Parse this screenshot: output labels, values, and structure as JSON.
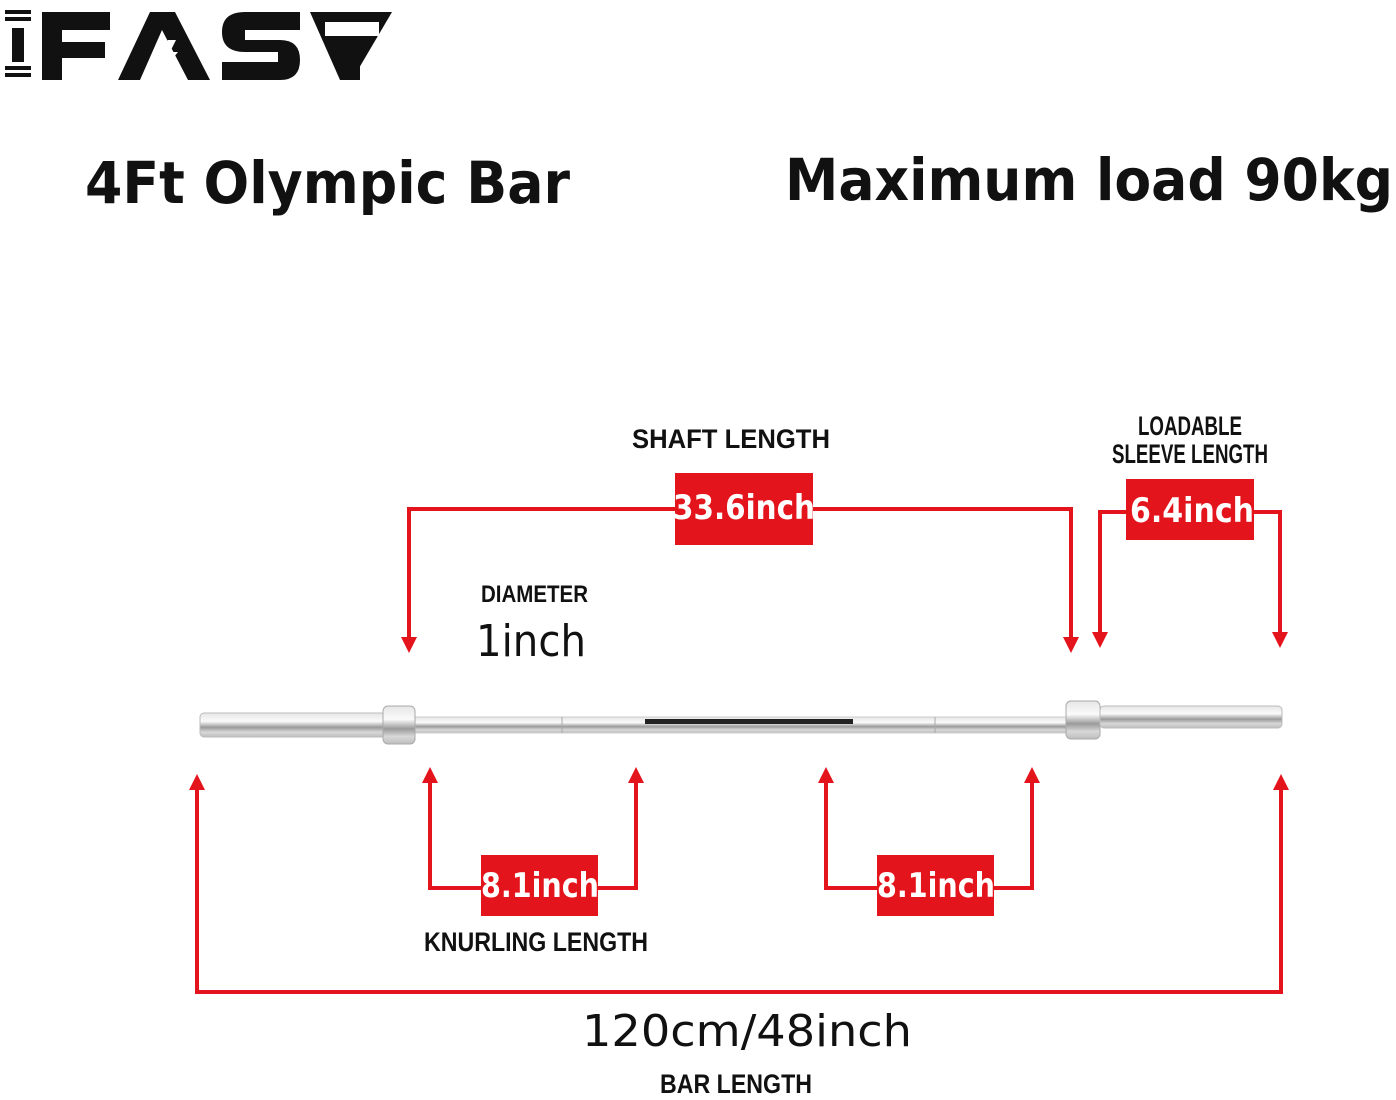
{
  "brand": {
    "logo_text": "IFAST"
  },
  "header": {
    "product_title": "4Ft Olympic Bar",
    "max_load": "Maximum load 90kg"
  },
  "colors": {
    "accent": "#e3141b",
    "text": "#111111"
  },
  "dimensions": {
    "shaft": {
      "label": "SHAFT LENGTH",
      "value": "33.6inch"
    },
    "sleeve": {
      "label_line1": "LOADABLE",
      "label_line2": "SLEEVE LENGTH",
      "value": "6.4inch"
    },
    "diameter": {
      "label": "DIAMETER",
      "value": "1inch"
    },
    "knurling": {
      "label": "KNURLING LENGTH",
      "left_value": "8.1inch",
      "right_value": "8.1inch"
    },
    "bar_length": {
      "label": "BAR LENGTH",
      "value": "120cm/48inch"
    }
  }
}
